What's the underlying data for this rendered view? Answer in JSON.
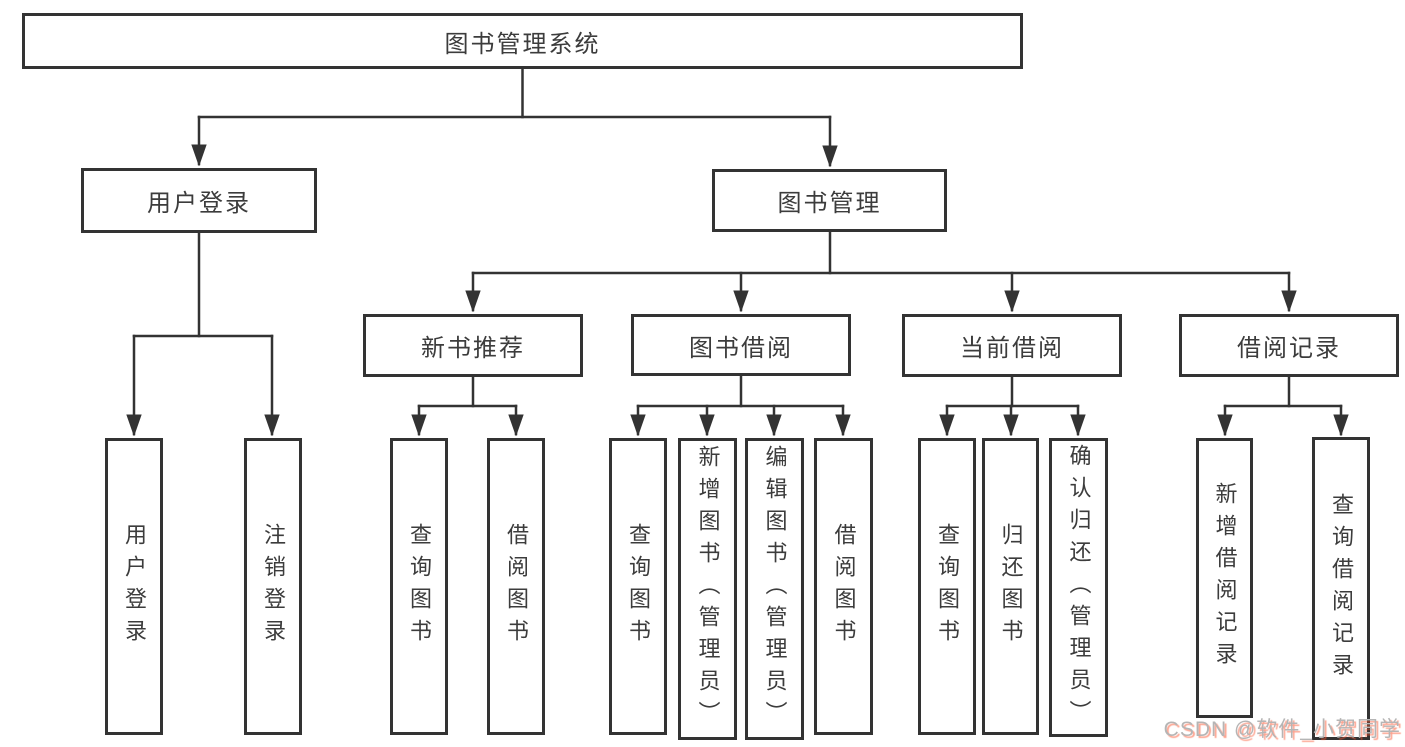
{
  "diagram": {
    "type": "tree",
    "root": {
      "label": "图书管理系统"
    },
    "branches": [
      {
        "label": "用户登录",
        "children": [
          {
            "label": "用户登录"
          },
          {
            "label": "注销登录"
          }
        ]
      },
      {
        "label": "图书管理",
        "children": [
          {
            "label": "新书推荐",
            "children": [
              {
                "label": "查询图书"
              },
              {
                "label": "借阅图书"
              }
            ]
          },
          {
            "label": "图书借阅",
            "children": [
              {
                "label": "查询图书"
              },
              {
                "label": "新增图书（管理员）"
              },
              {
                "label": "编辑图书（管理员）"
              },
              {
                "label": "借阅图书"
              }
            ]
          },
          {
            "label": "当前借阅",
            "children": [
              {
                "label": "查询图书"
              },
              {
                "label": "归还图书"
              },
              {
                "label": "确认归还（管理员）"
              }
            ]
          },
          {
            "label": "借阅记录",
            "children": [
              {
                "label": "新增借阅记录"
              },
              {
                "label": "查询借阅记录"
              }
            ]
          }
        ]
      }
    ]
  },
  "watermark": {
    "text": "CSDN @软件_小贺同学"
  },
  "colors": {
    "background": "#ffffff",
    "line": "#333333",
    "box_border": "#333333",
    "text": "#3c3c3c",
    "watermark_gray": "#b5b5b5",
    "watermark_red": "#fc5531"
  }
}
